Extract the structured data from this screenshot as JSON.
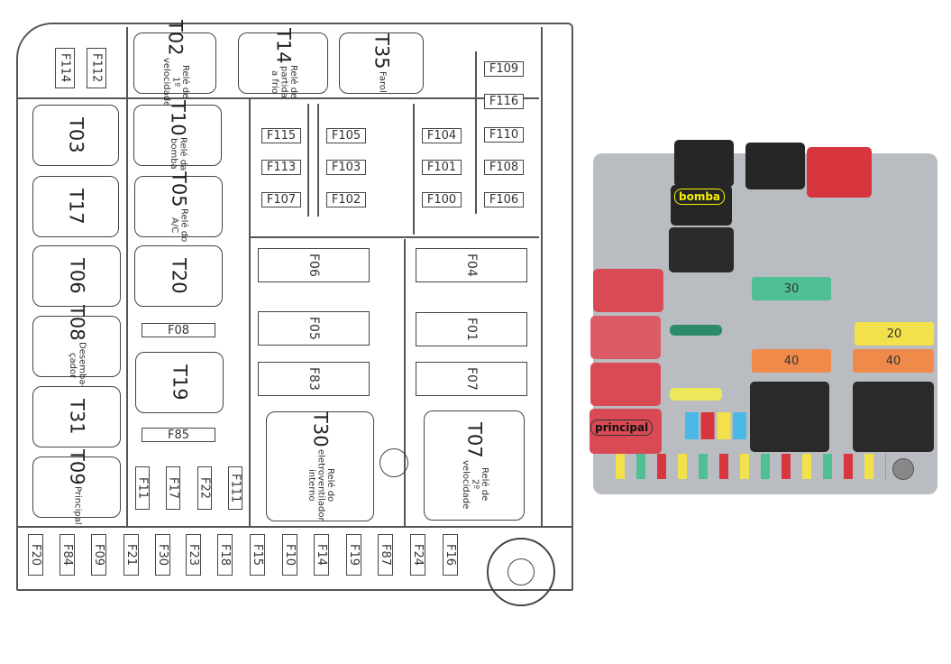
{
  "relays": {
    "T02": {
      "t": "T02",
      "d": "Relé de\n1º\nvelocidade"
    },
    "T14": {
      "t": "T14",
      "d": "Relé de\npartida\na frio"
    },
    "T35": {
      "t": "T35",
      "d": "Farol"
    },
    "T03": {
      "t": "T03"
    },
    "T10": {
      "t": "T10",
      "d": "Relé da\nbomba"
    },
    "T17": {
      "t": "T17"
    },
    "T05": {
      "t": "T05",
      "d": "Relé do\nA/C"
    },
    "T06": {
      "t": "T06"
    },
    "T20": {
      "t": "T20"
    },
    "T08": {
      "t": "T08",
      "d": "Desemba-\nçador"
    },
    "T19": {
      "t": "T19"
    },
    "T31": {
      "t": "T31"
    },
    "T09": {
      "t": "T09",
      "d": "Principal"
    },
    "T30": {
      "t": "T30",
      "d": "Relé do\neletroventilador\ninterno"
    },
    "T07": {
      "t": "T07",
      "d": "Relé de\n2º\nvelocidade"
    }
  },
  "fuses_top_small": [
    "F114",
    "F112"
  ],
  "fuses_mini": [
    "F115",
    "F113",
    "F107",
    "F105",
    "F103",
    "F102",
    "F104",
    "F101",
    "F100",
    "F109",
    "F116",
    "F110",
    "F108",
    "F106"
  ],
  "fuses_maxi": [
    "F06",
    "F05",
    "F83",
    "F04",
    "F01",
    "F07"
  ],
  "fuses_horizontal": [
    "F08",
    "F85"
  ],
  "fuses_mid_vertical": [
    "F11",
    "F17",
    "F22",
    "F111"
  ],
  "fuses_bottom_row": [
    "F20",
    "F84",
    "F09",
    "F21",
    "F30",
    "F23",
    "F18",
    "F15",
    "F10",
    "F14",
    "F19",
    "F87",
    "F24",
    "F16"
  ],
  "photo": {
    "labels": {
      "bomba": "bomba",
      "principal": "principal"
    },
    "maxi_ratings": [
      "30",
      "20",
      "40",
      "40"
    ],
    "colors": {
      "relay_black": "#262626",
      "relay_red": "#d94a55",
      "maxi_green": "#4fbf95",
      "maxi_yellow": "#f2e14a",
      "maxi_orange": "#f08a4b",
      "label_yellow": "#f5f000"
    }
  }
}
